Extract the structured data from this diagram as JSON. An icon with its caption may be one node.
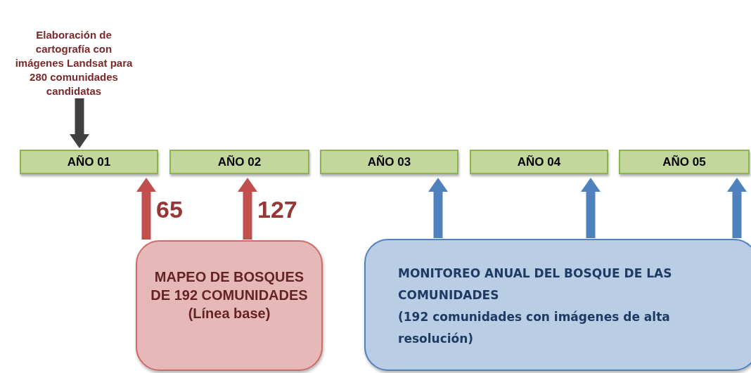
{
  "diagram": {
    "nodes": [
      {
        "text": [
          "Elaboración de cartografía con imágenes Landsat para 280 comunidades candidatas"
        ]
      },
      {
        "text": [
          "AÑO 01"
        ]
      },
      {
        "text": [
          "AÑO 02"
        ]
      },
      {
        "text": [
          "AÑO 03"
        ]
      },
      {
        "text": [
          "AÑO 04"
        ]
      },
      {
        "text": [
          "AÑO 05"
        ]
      },
      {
        "text": [
          "MAPEO DE BOSQUES DE 192 COMUNIDADES",
          "(Línea base)"
        ]
      },
      {
        "text": [
          "MONITOREO ANUAL DEL BOSQUE DE LAS COMUNIDADES",
          "(192 comunidades con imágenes de alta resolución)"
        ]
      }
    ],
    "edges": [
      {
        "from": 0,
        "to": 1,
        "arrow": "to",
        "color": "#404040"
      },
      {
        "from": 6,
        "to": 1,
        "arrow": "to",
        "label": "65",
        "color": "#c0504d"
      },
      {
        "from": 6,
        "to": 2,
        "arrow": "to",
        "label": "127",
        "color": "#c0504d"
      },
      {
        "from": 7,
        "to": 3,
        "arrow": "to"
      },
      {
        "from": 7,
        "to": 4,
        "arrow": "to"
      },
      {
        "from": 7,
        "to": 5,
        "arrow": "to"
      }
    ]
  }
}
